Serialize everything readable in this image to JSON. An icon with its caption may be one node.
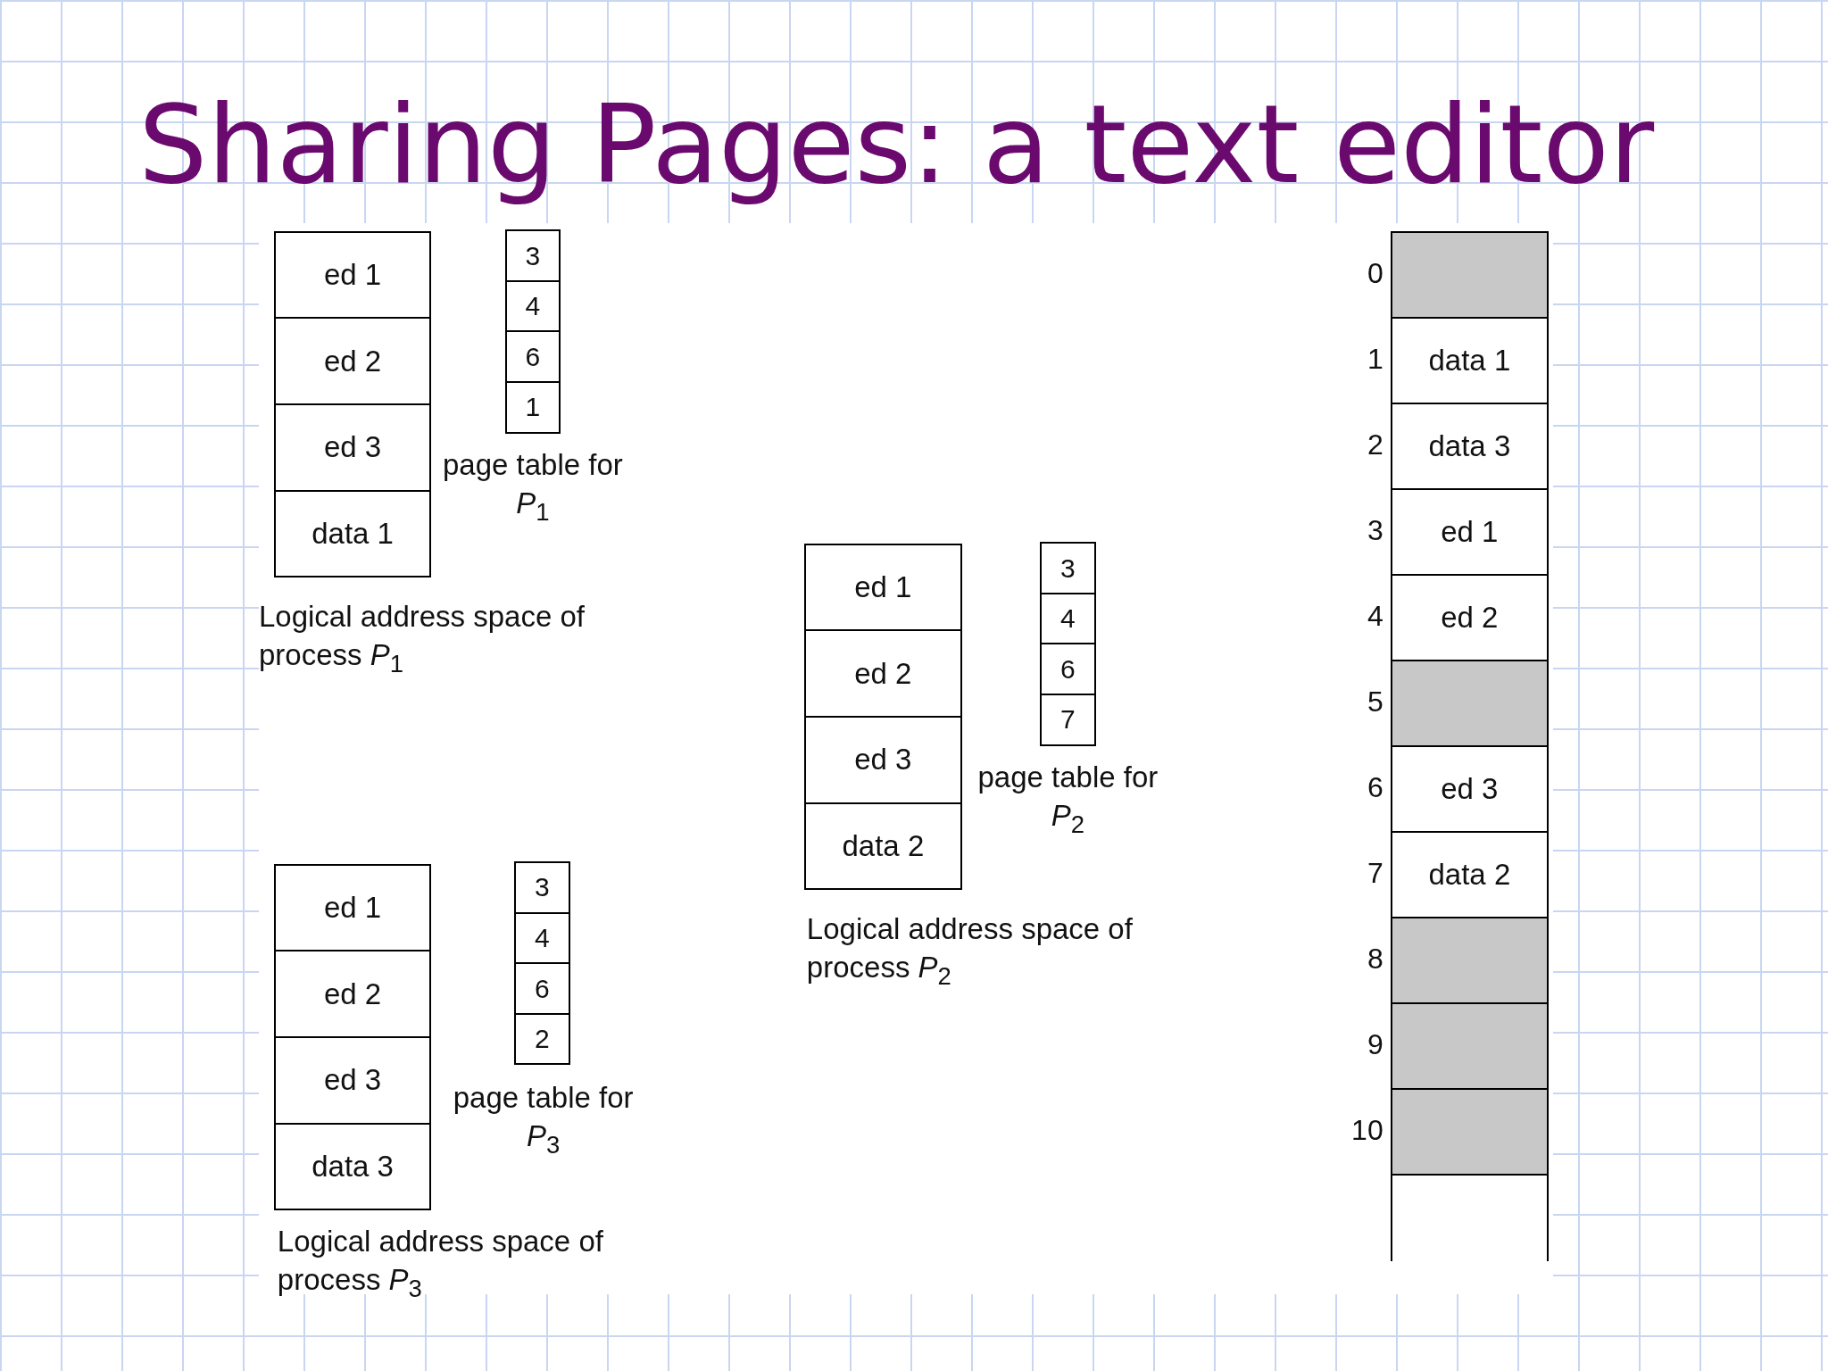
{
  "diagram": {
    "title": "Sharing Pages: a text editor",
    "nodes": [
      {
        "text": [
          "ed 1"
        ]
      },
      {
        "text": [
          "ed 2"
        ]
      },
      {
        "text": [
          "ed 3"
        ]
      },
      {
        "text": [
          "data 1"
        ]
      },
      {
        "text": [
          "3"
        ]
      },
      {
        "text": [
          "4"
        ]
      },
      {
        "text": [
          "6"
        ]
      },
      {
        "text": [
          "1"
        ]
      },
      {
        "text": [
          "ed 1"
        ]
      },
      {
        "text": [
          "ed 2"
        ]
      },
      {
        "text": [
          "ed 3"
        ]
      },
      {
        "text": [
          "data 2"
        ]
      },
      {
        "text": [
          "3"
        ]
      },
      {
        "text": [
          "4"
        ]
      },
      {
        "text": [
          "6"
        ]
      },
      {
        "text": [
          "7"
        ]
      },
      {
        "text": [
          "ed 1"
        ]
      },
      {
        "text": [
          "ed 2"
        ]
      },
      {
        "text": [
          "ed 3"
        ]
      },
      {
        "text": [
          "data 3"
        ]
      },
      {
        "text": [
          "3"
        ]
      },
      {
        "text": [
          "4"
        ]
      },
      {
        "text": [
          "6"
        ]
      },
      {
        "text": [
          "2"
        ]
      },
      {
        "text": [],
        "shape": "box"
      },
      {
        "text": [
          "data 1"
        ]
      },
      {
        "text": [
          "data 3"
        ]
      },
      {
        "text": [
          "ed 1"
        ]
      },
      {
        "text": [
          "ed 2"
        ]
      },
      {
        "text": [],
        "shape": "box"
      },
      {
        "text": [
          "ed 3"
        ]
      },
      {
        "text": [
          "data 2"
        ]
      },
      {
        "text": [],
        "shape": "box"
      },
      {
        "text": [],
        "shape": "box"
      },
      {
        "text": [],
        "shape": "box"
      },
      {
        "text": [],
        "shape": "box"
      }
    ],
    "edges": [],
    "labels": [
      "page table for *P*$_{1}$",
      "Logical address space of process *P*$_{1}$",
      "page table for *P*$_{2}$",
      "Logical address space of process *P*$_{2}$",
      "page table for *P*$_{3}$",
      "Logical address space of process *P*$_{3}$",
      "0",
      "1",
      "2",
      "3",
      "4",
      "5",
      "6",
      "7",
      "8",
      "9",
      "10"
    ]
  }
}
